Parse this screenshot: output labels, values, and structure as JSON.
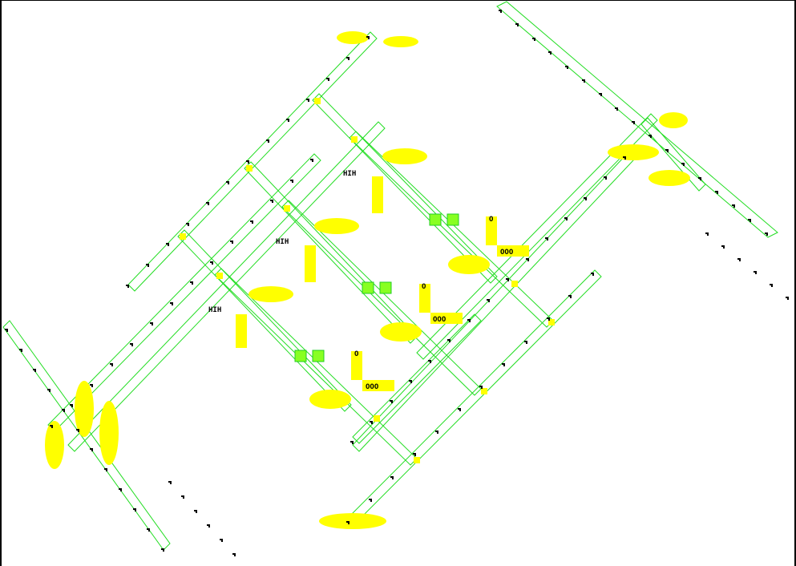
{
  "canvas": {
    "background": "#ffffff",
    "wire_color": "#22dd22",
    "highlight_color": "#ffff00",
    "cell_color": "#000000",
    "junction_color": "#88ff22"
  },
  "legend_glyphs": {
    "hih": "HIH",
    "ooo": "OOO",
    "o": "O"
  }
}
